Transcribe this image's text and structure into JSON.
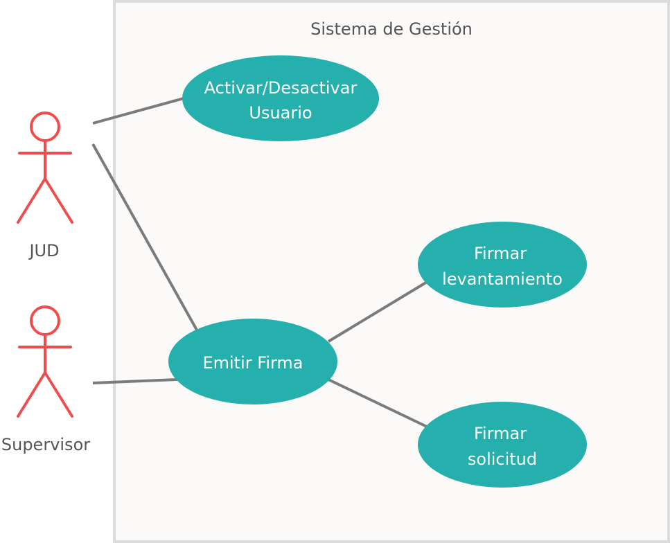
{
  "system": {
    "title": "Sistema de Gestión"
  },
  "actors": [
    {
      "id": "jud",
      "label": "JUD"
    },
    {
      "id": "supervisor",
      "label": "Supervisor"
    }
  ],
  "use_cases": [
    {
      "id": "activar",
      "lines": [
        "Activar/Desactivar",
        "Usuario"
      ]
    },
    {
      "id": "emitir",
      "lines": [
        "Emitir Firma"
      ]
    },
    {
      "id": "levantamiento",
      "lines": [
        "Firmar",
        "levantamiento"
      ]
    },
    {
      "id": "solicitud",
      "lines": [
        "Firmar",
        "solicitud"
      ]
    }
  ],
  "associations": [
    {
      "from": "jud",
      "to": "activar"
    },
    {
      "from": "jud",
      "to": "emitir"
    },
    {
      "from": "supervisor",
      "to": "emitir"
    },
    {
      "from": "emitir",
      "to": "levantamiento"
    },
    {
      "from": "emitir",
      "to": "solicitud"
    }
  ],
  "colors": {
    "use_case_fill": "#25afad",
    "actor_stroke": "#ef4d4d",
    "line": "#7b7b7b",
    "boundary_fill": "#fbfaf9",
    "boundary_stroke": "#dcdcdc"
  }
}
